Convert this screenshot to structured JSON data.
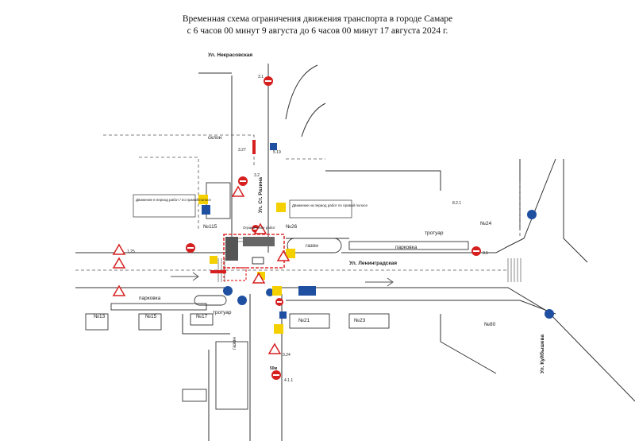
{
  "title": {
    "line1": "Временная схема ограничения движения транспорта в городе Самаре",
    "line2": "с 6 часов 00 минут 9 августа до 6 часов 00 минут 17 августа 2024 г."
  },
  "streets": {
    "nekrasovskaya": "Ул. Некрасовская",
    "st_razina": "Ул. Ст. Разина",
    "leningradskaya": "Ул. Ленинградская",
    "kuibysheva": "Ул. Куйбышева"
  },
  "labels": {
    "trotuar": "тротуар",
    "parkovka": "парковка",
    "gazon": "газон",
    "sklon": "склон"
  },
  "buildings": [
    "№115",
    "№26",
    "№24",
    "№13",
    "№15",
    "№17",
    "№21",
    "№23",
    "№80"
  ],
  "notes": {
    "left": "Движение в период работ / по правой полосе",
    "right": "Движение на период работ по правой полосе",
    "bottom": "Ограничение работ"
  },
  "sign_codes": {
    "s1": "3.1",
    "s2": "3.2",
    "s3": "1.25",
    "s4": "4.1.1",
    "s5": "5.19",
    "s6": "3.27",
    "s7": "8.2.1",
    "s8": "3.24",
    "s9": "50м",
    "s10": "3.1"
  },
  "colors": {
    "work_zone": "#e03030",
    "sign_red": "#d62020",
    "sign_blue": "#1f4fa0",
    "sign_yellow": "#f5d000",
    "line": "#333333"
  }
}
